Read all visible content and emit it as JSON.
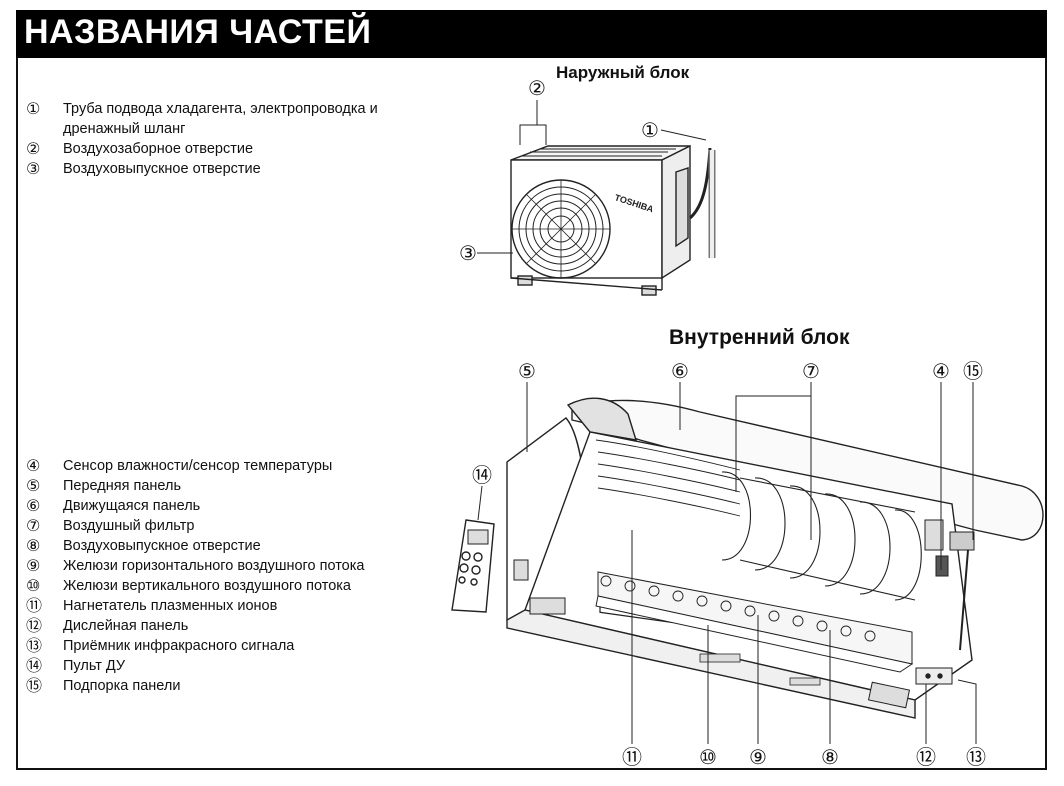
{
  "page_title": "НАЗВАНИЯ ЧАСТЕЙ",
  "outdoor": {
    "heading": "Наружный блок",
    "brand": "TOSHIBA",
    "legend": [
      {
        "num": "①",
        "label": "Труба подвода хладагента, электропроводка и дренажный шланг"
      },
      {
        "num": "②",
        "label": "Воздухозаборное отверстие"
      },
      {
        "num": "③",
        "label": "Воздуховыпускное отверстие"
      }
    ]
  },
  "indoor": {
    "heading": "Внутренний блок",
    "legend": [
      {
        "num": "④",
        "label": "Сенсор влажности/сенсор температуры"
      },
      {
        "num": "⑤",
        "label": "Передняя панель"
      },
      {
        "num": "⑥",
        "label": "Движущаяся панель"
      },
      {
        "num": "⑦",
        "label": "Воздушный фильтр"
      },
      {
        "num": "⑧",
        "label": "Воздуховыпускное отверстие"
      },
      {
        "num": "⑨",
        "label": "Желюзи горизонтального воздушного потока"
      },
      {
        "num": "⑩",
        "label": "Желюзи вертикального воздушного потока"
      },
      {
        "num": "⑪",
        "label": "Нагнетатель плазменных ионов"
      },
      {
        "num": "⑫",
        "label": "Дислейная панель"
      },
      {
        "num": "⑬",
        "label": "Приёмник инфракрасного сигнала"
      },
      {
        "num": "⑭",
        "label": "Пульт ДУ"
      },
      {
        "num": "⑮",
        "label": "Подпорка панели"
      }
    ]
  },
  "callouts": {
    "c1": "①",
    "c2": "②",
    "c3": "③",
    "c4": "④",
    "c5": "⑤",
    "c6": "⑥",
    "c7": "⑦",
    "c8": "⑧",
    "c9": "⑨",
    "c10": "⑩",
    "c11": "⑪",
    "c12": "⑫",
    "c13": "⑬",
    "c14": "⑭",
    "c15": "⑮"
  }
}
